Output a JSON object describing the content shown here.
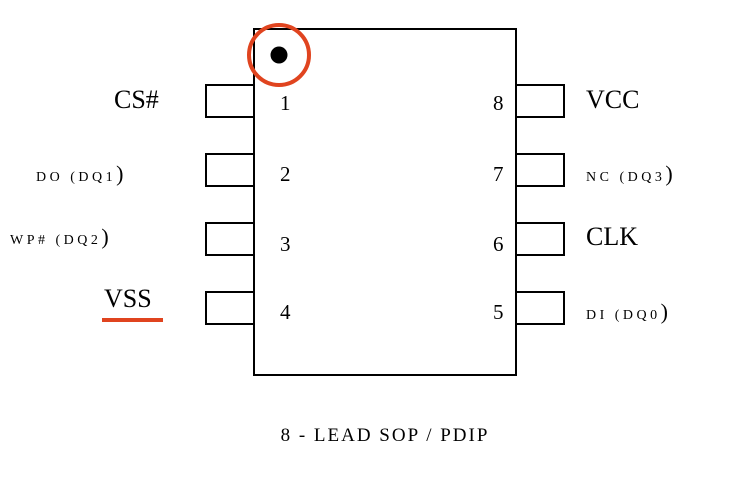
{
  "package_caption": "8 - LEAD SOP / PDIP",
  "highlight_color": "#e0441f",
  "pins_left": [
    {
      "number": "1",
      "label": "CS#",
      "paren": ""
    },
    {
      "number": "2",
      "label": "DO (DQ1",
      "paren": ")"
    },
    {
      "number": "3",
      "label": "WP# (DQ2",
      "paren": ")"
    },
    {
      "number": "4",
      "label": "VSS",
      "paren": ""
    }
  ],
  "pins_right": [
    {
      "number": "8",
      "label": "VCC",
      "paren": ""
    },
    {
      "number": "7",
      "label": "NC (DQ3",
      "paren": ")"
    },
    {
      "number": "6",
      "label": "CLK",
      "paren": ""
    },
    {
      "number": "5",
      "label": "DI (DQ0",
      "paren": ")"
    }
  ]
}
